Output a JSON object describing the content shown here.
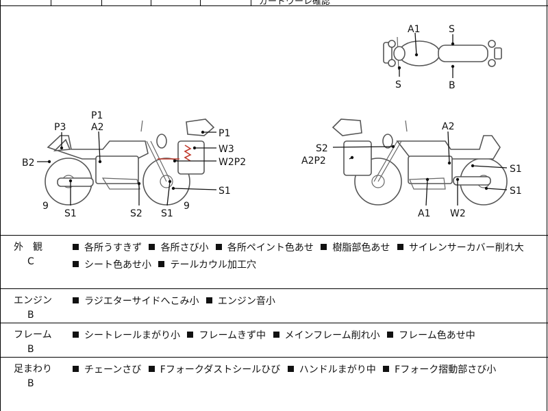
{
  "top_strip": {
    "cutoff_text": "ガードウーレ確認"
  },
  "diagram": {
    "top_view": {
      "labels": [
        "A1",
        "S",
        "S",
        "B"
      ]
    },
    "left_view": {
      "labels": [
        "P1",
        "A2",
        "P3",
        "B2",
        "9",
        "S1",
        "S2",
        "S1",
        "9",
        "P1",
        "W3",
        "W2P2",
        "S1"
      ]
    },
    "right_view": {
      "labels": [
        "A2",
        "S2",
        "A2P2",
        "S1",
        "S1",
        "A1",
        "W2"
      ]
    }
  },
  "sections": [
    {
      "category": "外　観",
      "grade": "C",
      "items": [
        "各所うすきず",
        "各所さび小",
        "各所ペイント色あせ",
        "樹脂部色あせ",
        "サイレンサーカバー削れ大",
        "シート色あせ小",
        "テールカウル加工穴"
      ]
    },
    {
      "category": "エンジン",
      "grade": "B",
      "items": [
        "ラジエターサイドへこみ小",
        "エンジン音小"
      ]
    },
    {
      "category": "フレーム",
      "grade": "B",
      "items": [
        "シートレールまがり小",
        "フレームきず中",
        "メインフレーム削れ小",
        "フレーム色あせ中"
      ]
    },
    {
      "category": "足まわり",
      "grade": "B",
      "items": [
        "チェーンさび",
        "Fフォークダストシールひび",
        "ハンドルまがり中",
        "Fフォーク摺動部さび小"
      ]
    }
  ]
}
